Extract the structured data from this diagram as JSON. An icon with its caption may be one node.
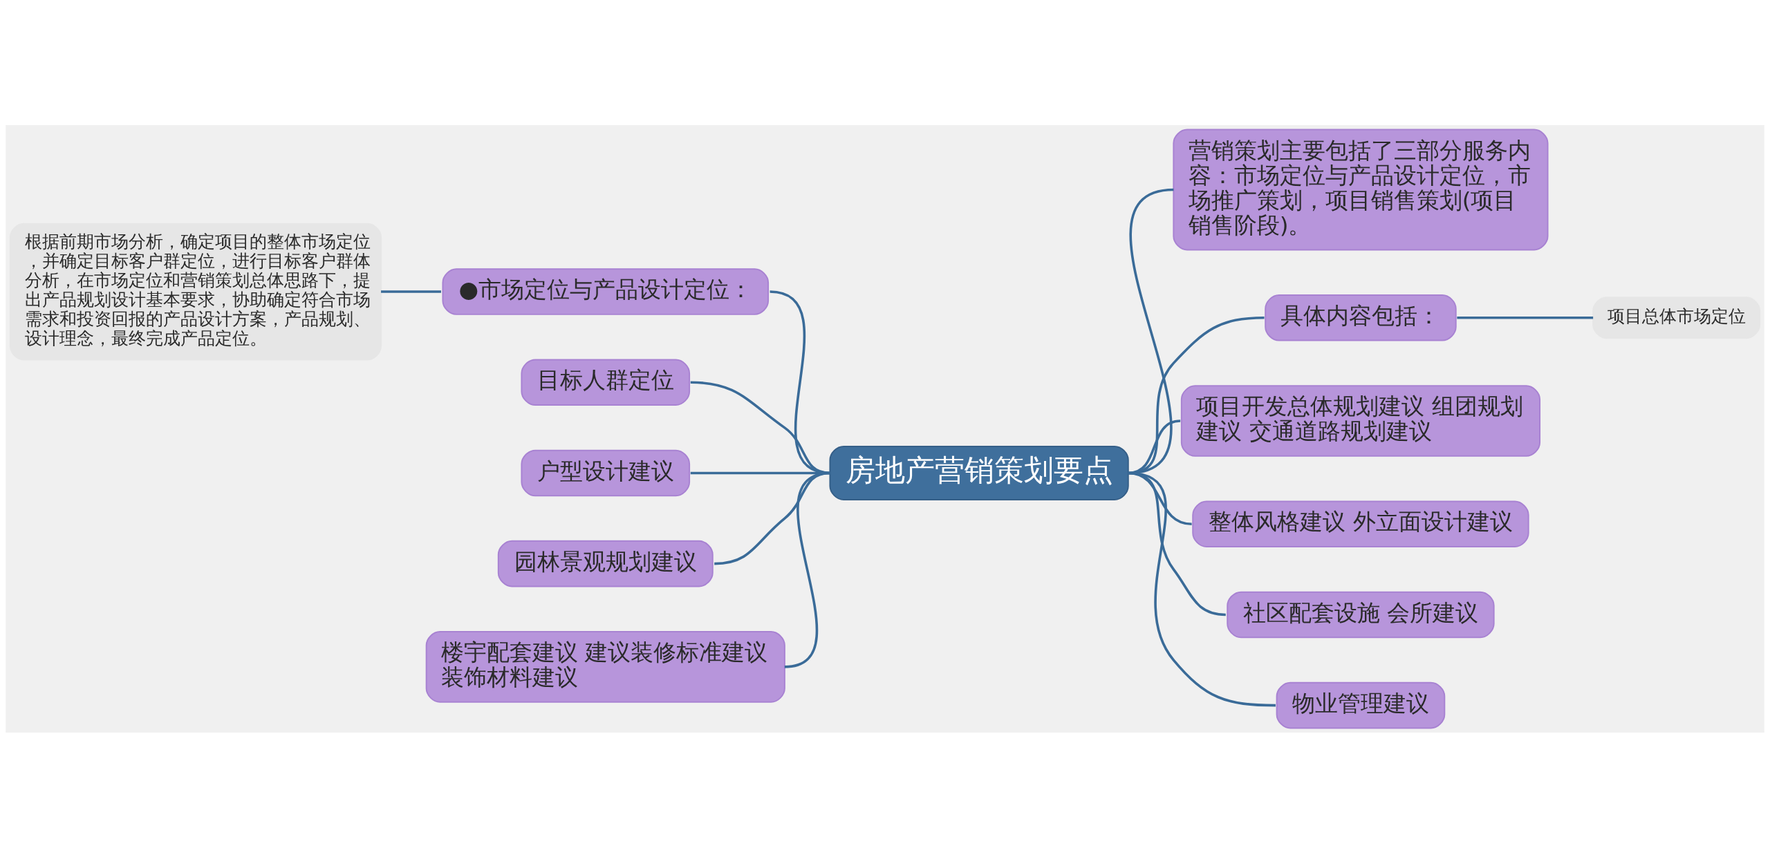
{
  "diagram": {
    "nodes": [
      {
        "text": [
          "房地产营销策划要点"
        ]
      },
      {
        "text": [
          "●市场定位与产品设计定位："
        ]
      },
      {
        "text": [
          "根据前期市场分析，确定项目的整体市场定位，并确定目标客户群定位，进行目标客户群体分析，在市场定位和营销策划总体思路下，提出产品规划设计基本要求，协助确定符合市场需求和投资回报的产品设计方案，产品规划、设计理念，最终完成产品定位。"
        ]
      },
      {
        "text": [
          "目标人群定位"
        ]
      },
      {
        "text": [
          "户型设计建议"
        ]
      },
      {
        "text": [
          "园林景观规划建议"
        ]
      },
      {
        "text": [
          "楼宇配套建议 建议装修标准建议装饰材料建议"
        ]
      },
      {
        "text": [
          "营销策划主要包括了三部分服务内容：市场定位与产品设计定位，市场推广策划，项目销售策划(项目销售阶段)。"
        ]
      },
      {
        "text": [
          "具体内容包括："
        ]
      },
      {
        "text": [
          "项目总体市场定位"
        ]
      },
      {
        "text": [
          "项目开发总体规划建议 组团规划建议 交通道路规划建议"
        ]
      },
      {
        "text": [
          "整体风格建议 外立面设计建议"
        ]
      },
      {
        "text": [
          "社区配套设施 会所建议"
        ]
      },
      {
        "text": [
          "物业管理建议"
        ]
      }
    ],
    "edges": [
      {
        "from": 1,
        "to": 0,
        "arrow": "none"
      },
      {
        "from": 2,
        "to": 1,
        "arrow": "none"
      },
      {
        "from": 3,
        "to": 0,
        "arrow": "none"
      },
      {
        "from": 4,
        "to": 0,
        "arrow": "none"
      },
      {
        "from": 5,
        "to": 0,
        "arrow": "none"
      },
      {
        "from": 6,
        "to": 0,
        "arrow": "none"
      },
      {
        "from": 0,
        "to": 7,
        "arrow": "none"
      },
      {
        "from": 0,
        "to": 8,
        "arrow": "none"
      },
      {
        "from": 8,
        "to": 9,
        "arrow": "none"
      },
      {
        "from": 0,
        "to": 10,
        "arrow": "none"
      },
      {
        "from": 0,
        "to": 11,
        "arrow": "none"
      },
      {
        "from": 0,
        "to": 12,
        "arrow": "none"
      },
      {
        "from": 0,
        "to": 13,
        "arrow": "none"
      }
    ]
  }
}
